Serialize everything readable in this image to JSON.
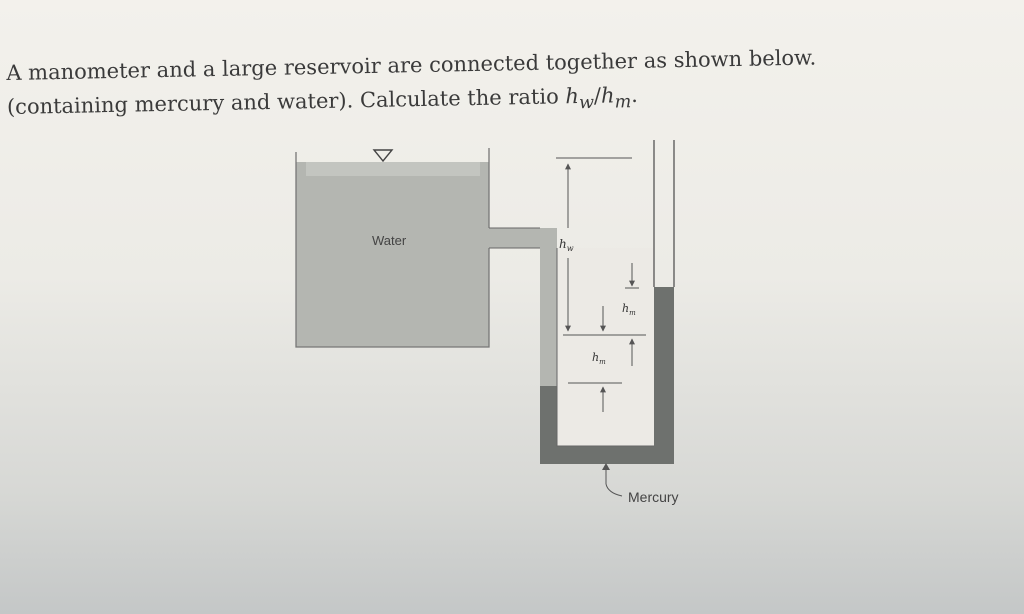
{
  "question": {
    "line1": "A manometer and a large reservoir are connected together as shown below",
    "line1_end": ".",
    "line2_prefix": "(containing mercury and water). Calculate the ratio ",
    "var_w": "h",
    "sub_w": "w",
    "slash": "/",
    "var_m": "h",
    "sub_m": "m",
    "line2_end": "."
  },
  "diagram": {
    "water_label": "Water",
    "mercury_label": "Mercury",
    "hw_var": "h",
    "hw_sub": "w",
    "hm_var": "h",
    "hm_sub": "m",
    "colors": {
      "water": "#b4b6b1",
      "mercury": "#6e716e",
      "outline": "#4a4a4a",
      "paper": "#eeeeea"
    }
  }
}
